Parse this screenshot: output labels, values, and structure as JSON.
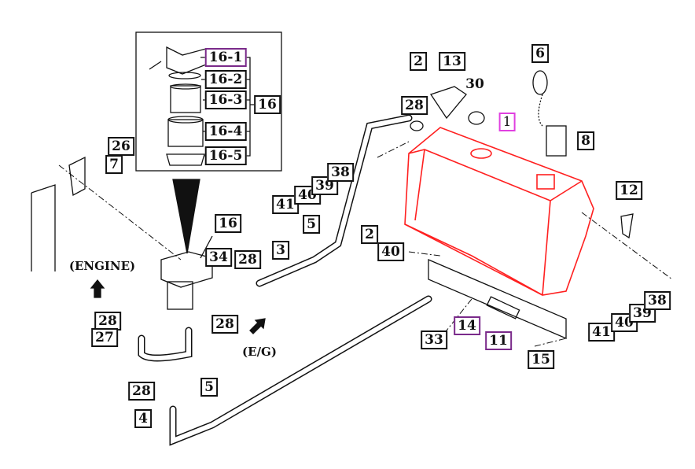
{
  "colors": {
    "highlight_part": "#ff2020",
    "selected_box_pink": "#e040e0",
    "selected_box_purple": "#7a2a8a",
    "ink": "#111111"
  },
  "inset": {
    "labels": [
      "16-1",
      "16-2",
      "16-3",
      "16-4",
      "16-5"
    ],
    "group_label": "16"
  },
  "labels": {
    "l26": "26",
    "l7": "7",
    "l16": "16",
    "l34": "34",
    "l28a": "28",
    "l3": "3",
    "l5a": "5",
    "l41a": "41",
    "l40a": "40",
    "l39a": "39",
    "l38a": "38",
    "l2a": "2",
    "l13": "13",
    "l30": "30",
    "l28b": "28",
    "l1": "1",
    "l6": "6",
    "l8": "8",
    "l12": "12",
    "l2b": "2",
    "l40b": "40",
    "l28c": "28",
    "l28d": "28",
    "l27": "27",
    "l33": "33",
    "l14": "14",
    "l11": "11",
    "l15": "15",
    "l41b": "41",
    "l40c": "40",
    "l39b": "39",
    "l38b": "38",
    "l28e": "28",
    "l5b": "5",
    "l4": "4"
  },
  "annotations": {
    "engine": "(ENGINE)",
    "eg": "(E/G)"
  }
}
